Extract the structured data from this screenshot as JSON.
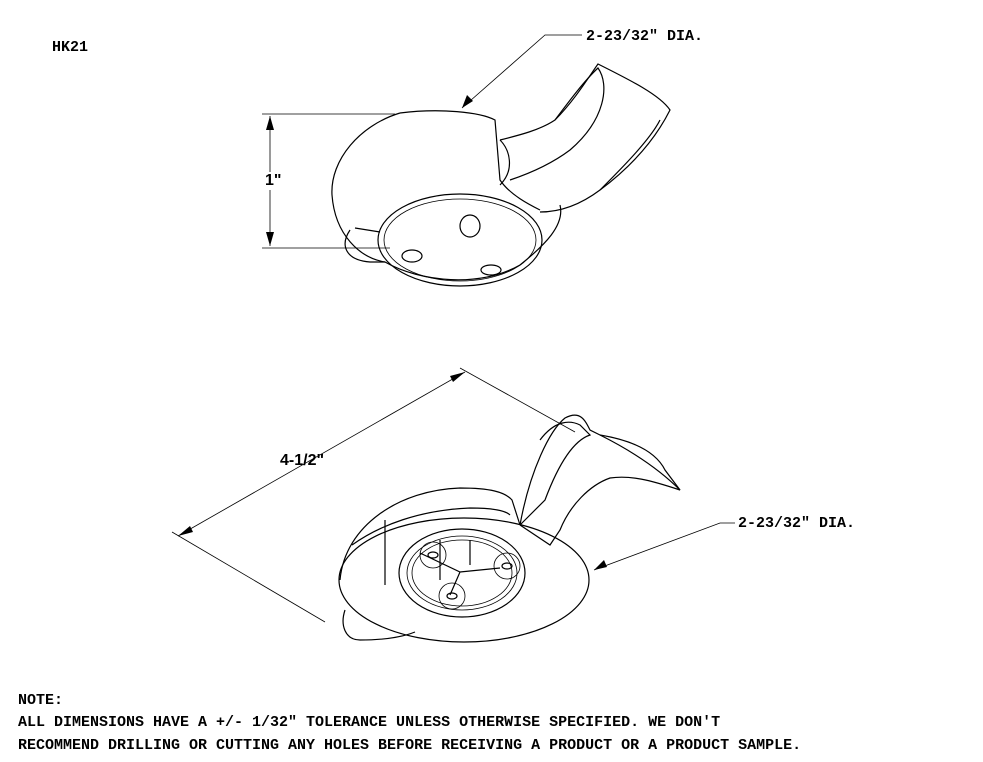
{
  "part_number": "HK21",
  "top_view": {
    "diameter_label": "2-23/32\" DIA.",
    "height_label": "1\""
  },
  "bottom_view": {
    "length_label": "4-1/2\"",
    "diameter_label": "2-23/32\" DIA."
  },
  "note": {
    "heading": "NOTE:",
    "line1": "ALL DIMENSIONS HAVE A +/- 1/32\" TOLERANCE UNLESS OTHERWISE SPECIFIED. WE DON'T",
    "line2": "RECOMMEND DRILLING OR CUTTING ANY HOLES BEFORE RECEIVING A PRODUCT OR A PRODUCT SAMPLE."
  }
}
